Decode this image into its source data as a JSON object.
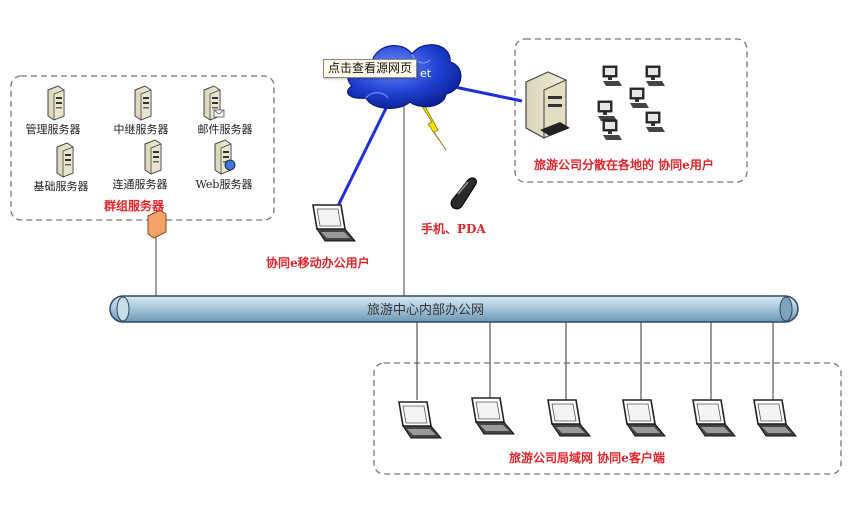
{
  "tooltip": "点击查看源网页",
  "cloud_text": "et",
  "server_group": {
    "title": "群组服务器",
    "servers": [
      {
        "label": "管理服务器",
        "icon": "server-icon"
      },
      {
        "label": "中继服务器",
        "icon": "server-icon"
      },
      {
        "label": "邮件服务器",
        "icon": "mail-server-icon"
      },
      {
        "label": "基础服务器",
        "icon": "server-icon"
      },
      {
        "label": "连通服务器",
        "icon": "server-icon"
      },
      {
        "label": "Web服务器",
        "icon": "web-server-icon"
      }
    ]
  },
  "remote_users": {
    "label": "旅游公司分散在各地的 协同e用户"
  },
  "mobile": {
    "label": "手机、PDA"
  },
  "mobile_office": {
    "label": "协同e移动办公用户"
  },
  "bus": {
    "label": "旅游中心内部办公网"
  },
  "lan": {
    "label": "旅游公司局域网 协同e客户端",
    "client_count": 6
  },
  "colors": {
    "link_blue": "#1f2fd8",
    "label_red": "#e0262b",
    "bus_fill": "#a9c8dd",
    "cloud_blue": "#1e3fd0",
    "firewall_orange": "#f3a26a"
  }
}
